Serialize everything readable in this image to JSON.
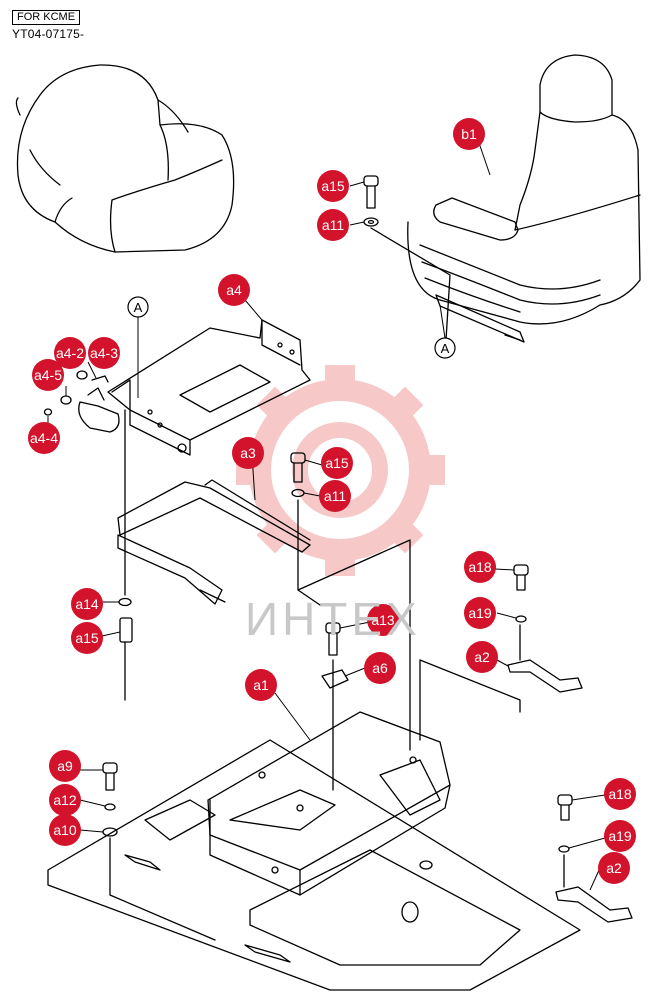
{
  "header": {
    "label": "FOR KCME",
    "code": "YT04-07175-"
  },
  "watermark": {
    "text": "ИНТЕХ"
  },
  "references": {
    "a_top": "A",
    "a_bottom": "A"
  },
  "callouts": {
    "b1": "b1",
    "a15_top": "a15",
    "a11_top": "a11",
    "a4": "a4",
    "a4_2": "a4-2",
    "a4_3": "a4-3",
    "a4_5": "a4-5",
    "a4_4": "a4-4",
    "a3": "a3",
    "a15_mid": "a15",
    "a11_mid": "a11",
    "a18_top": "a18",
    "a19_top": "a19",
    "a2_top": "a2",
    "a14": "a14",
    "a15_low": "a15",
    "a13": "a13",
    "a6": "a6",
    "a1": "a1",
    "a9": "a9",
    "a12": "a12",
    "a10": "a10",
    "a18_bottom": "a18",
    "a19_bottom": "a19",
    "a2_bottom": "a2"
  },
  "colors": {
    "callout_fill": "#d3122b",
    "line": "#000000",
    "watermark_gear": "#f6c8c8"
  }
}
